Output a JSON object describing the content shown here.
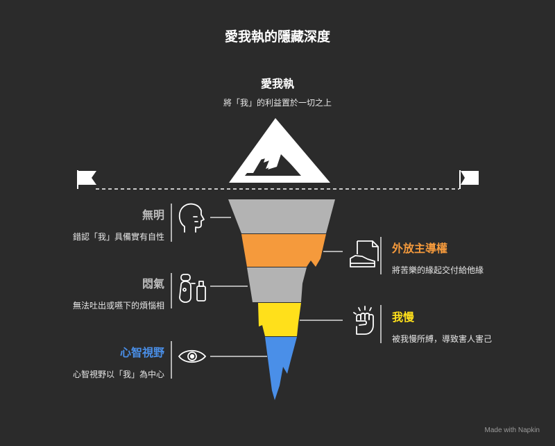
{
  "title": "愛我執的隱藏深度",
  "top": {
    "heading": "愛我執",
    "description": "將「我」的利益置於一切之上"
  },
  "layers": {
    "ignorance": {
      "title": "無明",
      "description": "錯認「我」具備實有自性",
      "color": "#b3b3b3",
      "title_color": "#bdbdbd"
    },
    "grasping": {
      "title": "外放主導權",
      "description": "將苦樂的緣起交付給他緣",
      "color": "#f59a3c",
      "title_color": "#f59a3c"
    },
    "stuffiness": {
      "title": "悶氣",
      "description": "無法吐出或嚥下的煩惱相",
      "color": "#b3b3b3",
      "title_color": "#bdbdbd"
    },
    "pride": {
      "title": "我慢",
      "description": "被我慢所縛，導致害人害己",
      "color": "#ffe01b",
      "title_color": "#ffe01b"
    },
    "self_view": {
      "title": "心智視野",
      "description": "心智視野以「我」為中心",
      "color": "#4a8fe8",
      "title_color": "#4a8fe8"
    }
  },
  "watermark": "Made with  Napkin",
  "colors": {
    "background": "#2b2b2b",
    "line": "#ffffff"
  }
}
